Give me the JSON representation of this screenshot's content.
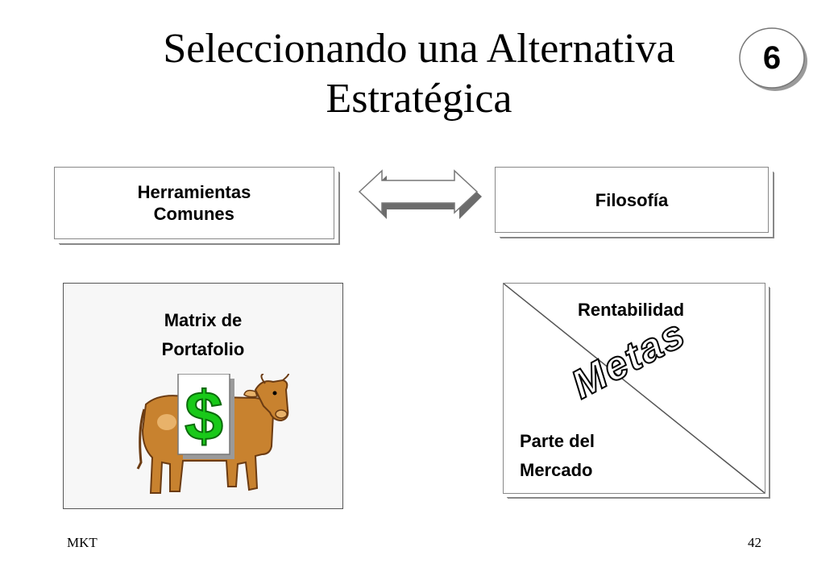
{
  "slide": {
    "title_line1": "Seleccionando una Alternativa",
    "title_line2": "Estratégica",
    "badge_number": "6",
    "tools_line1": "Herramientas",
    "tools_line2": "Comunes",
    "philosophy": "Filosofía",
    "matrix_line1": "Matrix de",
    "matrix_line2": "Portafolio",
    "dollar_sign": "$",
    "profitability": "Rentabilidad",
    "goals": "Metas",
    "share_line1": "Parte del",
    "share_line2": "Mercado",
    "footer_left": "MKT",
    "footer_right": "42"
  },
  "colors": {
    "dollar_green": "#19c919",
    "cow_brown": "#c8822f",
    "cow_dark": "#6b3b12"
  },
  "icons": [
    "double-arrow-icon",
    "cow-icon",
    "dollar-icon",
    "number-badge-icon"
  ]
}
